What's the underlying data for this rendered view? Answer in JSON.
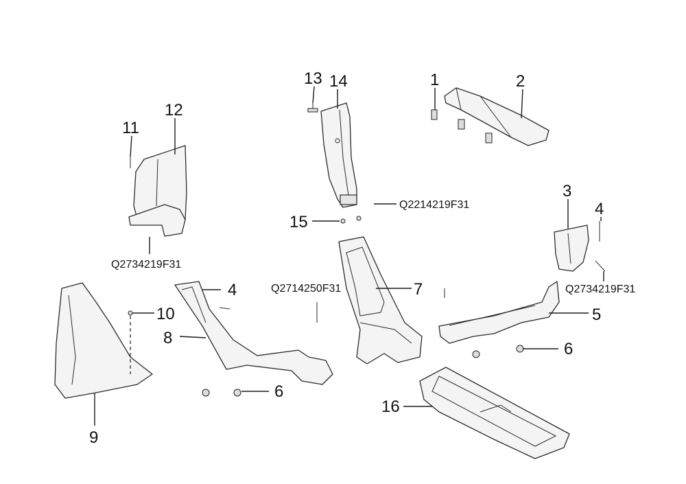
{
  "callouts": {
    "c1": "1",
    "c2": "2",
    "c3": "3",
    "c4a": "4",
    "c4b": "4",
    "c5": "5",
    "c6a": "6",
    "c6b": "6",
    "c7": "7",
    "c8": "8",
    "c9": "9",
    "c10": "10",
    "c11": "11",
    "c12": "12",
    "c13": "13",
    "c14": "14",
    "c15": "15",
    "c16": "16"
  },
  "codes": {
    "q2214219f31": "Q2214219F31",
    "q2734219f31_left": "Q2734219F31",
    "q2734219f31_right": "Q2734219F31",
    "q2714250f31": "Q2714250F31"
  }
}
